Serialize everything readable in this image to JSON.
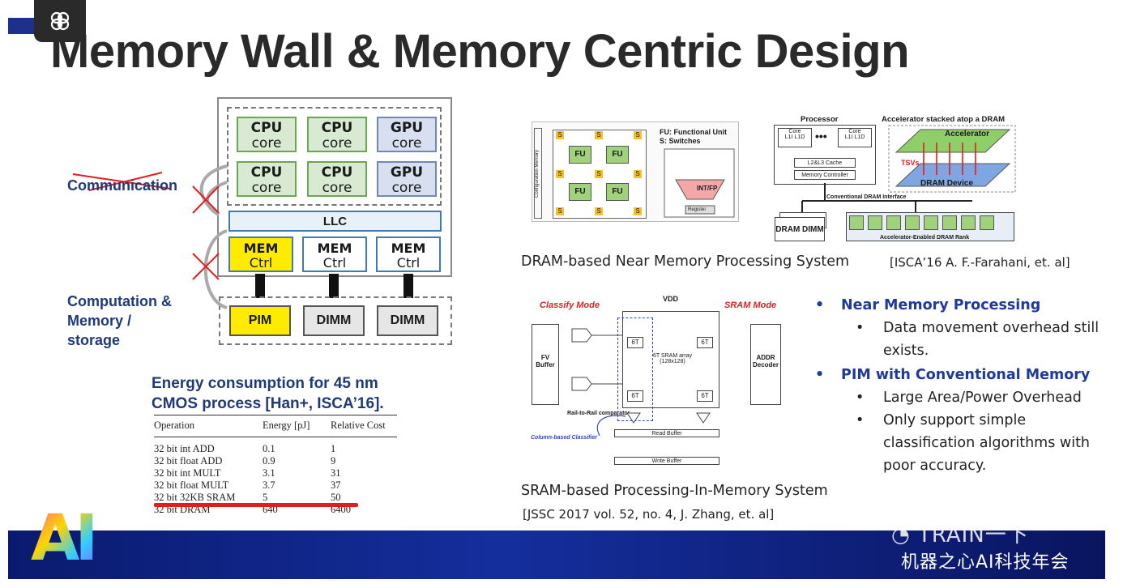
{
  "header": {
    "title": "Memory Wall & Memory Centric Design",
    "badge_icon": "brain-icon"
  },
  "arch_diagram": {
    "cores_row1": [
      {
        "name": "CPU",
        "sub": "core"
      },
      {
        "name": "CPU",
        "sub": "core"
      },
      {
        "name": "GPU",
        "sub": "core"
      }
    ],
    "cores_row2": [
      {
        "name": "CPU",
        "sub": "core"
      },
      {
        "name": "CPU",
        "sub": "core"
      },
      {
        "name": "GPU",
        "sub": "core"
      }
    ],
    "llc": "LLC",
    "mem_ctrls": [
      {
        "name": "MEM",
        "sub": "Ctrl"
      },
      {
        "name": "MEM",
        "sub": "Ctrl"
      },
      {
        "name": "MEM",
        "sub": "Ctrl"
      }
    ],
    "storage": [
      "PIM",
      "DIMM",
      "DIMM"
    ],
    "label_communication": "Communication",
    "label_computation": [
      "Computation &",
      "Memory /",
      "storage"
    ]
  },
  "energy": {
    "title_lines": [
      "Energy consumption for 45 nm",
      "CMOS process [Han+, ISCA’16]."
    ],
    "headers": [
      "Operation",
      "Energy [pJ]",
      "Relative Cost"
    ],
    "rows": [
      [
        "32 bit int ADD",
        "0.1",
        "1"
      ],
      [
        "32 bit float ADD",
        "0.9",
        "9"
      ],
      [
        "32 bit int MULT",
        "3.1",
        "31"
      ],
      [
        "32 bit float MULT",
        "3.7",
        "37"
      ],
      [
        "32 bit 32KB SRAM",
        "5",
        "50"
      ],
      [
        "32 bit DRAM",
        "640",
        "6400"
      ]
    ]
  },
  "nmp_figure": {
    "fu": "FU",
    "sw": "S",
    "config_mem": "Configuration Memory",
    "legend_fu": "FU: Functional Unit",
    "legend_s": "S: Switches",
    "intfp": "INT/FP",
    "register": "Register",
    "processor": "Processor",
    "core": "Core",
    "l1i": "L1I",
    "l1d": "L1D",
    "l23": "L2&L3 Cache",
    "mc": "Memory Controller",
    "dram_if": "Conventional DRAM Interface",
    "dimm": "DRAM DIMM",
    "rank": "Accelerator-Enabled DRAM Rank",
    "stack_title": "Accelerator stacked atop a DRAM",
    "accel": "Accelerator",
    "tsv": "TSVs",
    "dram_dev": "DRAM Device",
    "caption": "DRAM-based Near Memory Processing System",
    "cite": "[ISCA’16 A. F.-Farahani, et. al]"
  },
  "pim_figure": {
    "classify": "Classify Mode",
    "sram_mode": "SRAM Mode",
    "vdd": "VDD",
    "fv": "FV Buffer",
    "addr": "ADDR Decoder",
    "array": "6T SRAM array (128x128)",
    "cell": "6T",
    "read_buf": "Read Buffer",
    "write_buf": "Write Buffer",
    "col_cls": "Column-based Classifier",
    "rail": "Rail-to-Rail comparator",
    "caption": "SRAM-based Processing-In-Memory System",
    "cite": "[JSSC 2017 vol. 52, no. 4, J. Zhang, et. al]"
  },
  "bullets": {
    "b1": "Near Memory Processing",
    "b1_items": [
      "Data movement overhead still exists."
    ],
    "b2": "PIM with Conventional Memory",
    "b2_items": [
      "Large Area/Power Overhead",
      "Only support simple classification algorithms with poor accuracy."
    ]
  },
  "footer": {
    "logo": "AI",
    "watermark1": "TRAIN一下",
    "watermark2": "机器之心AI科技年会"
  },
  "colors": {
    "accent_blue": "#1f3a9a",
    "highlight_yellow": "#ffeb00",
    "strike_red": "#e51c1c",
    "footer_blue": "#142e9c"
  }
}
